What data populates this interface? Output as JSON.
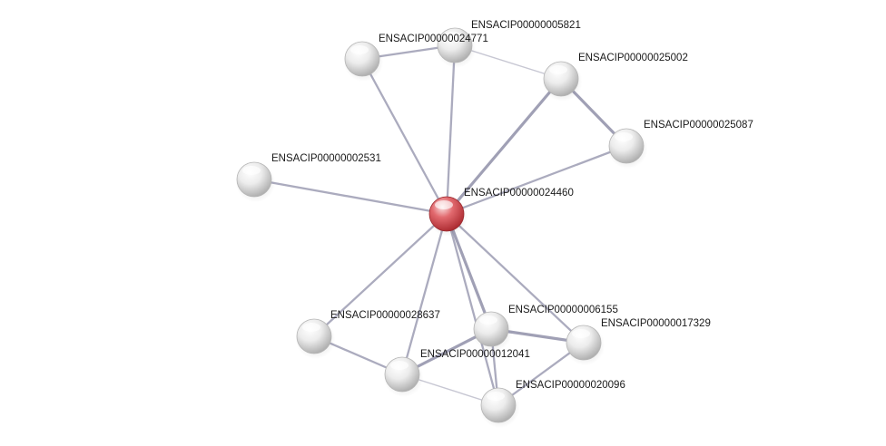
{
  "network": {
    "query_node": "ENSACIP00000024460",
    "nodes": [
      {
        "id": "n24460",
        "label": "ENSACIP00000024460",
        "kind": "query"
      },
      {
        "id": "n24771",
        "label": "ENSACIP00000024771",
        "kind": "partner"
      },
      {
        "id": "n05821",
        "label": "ENSACIP00000005821",
        "kind": "partner"
      },
      {
        "id": "n25002",
        "label": "ENSACIP00000025002",
        "kind": "partner"
      },
      {
        "id": "n25087",
        "label": "ENSACIP00000025087",
        "kind": "partner"
      },
      {
        "id": "n02531",
        "label": "ENSACIP00000002531",
        "kind": "partner"
      },
      {
        "id": "n28637",
        "label": "ENSACIP00000028637",
        "kind": "partner"
      },
      {
        "id": "n06155",
        "label": "ENSACIP00000006155",
        "kind": "partner"
      },
      {
        "id": "n17329",
        "label": "ENSACIP00000017329",
        "kind": "partner"
      },
      {
        "id": "n12041",
        "label": "ENSACIP00000012041",
        "kind": "partner"
      },
      {
        "id": "n20096",
        "label": "ENSACIP00000020096",
        "kind": "partner"
      }
    ],
    "edges": [
      {
        "source": "n24460",
        "target": "n24771",
        "strength": "medium"
      },
      {
        "source": "n24460",
        "target": "n05821",
        "strength": "medium"
      },
      {
        "source": "n24460",
        "target": "n25002",
        "strength": "strong"
      },
      {
        "source": "n24460",
        "target": "n25087",
        "strength": "medium"
      },
      {
        "source": "n24460",
        "target": "n02531",
        "strength": "medium"
      },
      {
        "source": "n24460",
        "target": "n28637",
        "strength": "medium"
      },
      {
        "source": "n24460",
        "target": "n06155",
        "strength": "strong"
      },
      {
        "source": "n24460",
        "target": "n17329",
        "strength": "medium"
      },
      {
        "source": "n24460",
        "target": "n12041",
        "strength": "medium"
      },
      {
        "source": "n24460",
        "target": "n20096",
        "strength": "medium"
      },
      {
        "source": "n24771",
        "target": "n05821",
        "strength": "medium"
      },
      {
        "source": "n05821",
        "target": "n25002",
        "strength": "weak"
      },
      {
        "source": "n25002",
        "target": "n25087",
        "strength": "strong"
      },
      {
        "source": "n28637",
        "target": "n12041",
        "strength": "medium"
      },
      {
        "source": "n12041",
        "target": "n06155",
        "strength": "strong"
      },
      {
        "source": "n12041",
        "target": "n20096",
        "strength": "weak"
      },
      {
        "source": "n06155",
        "target": "n17329",
        "strength": "strong"
      },
      {
        "source": "n06155",
        "target": "n20096",
        "strength": "medium"
      },
      {
        "source": "n17329",
        "target": "n20096",
        "strength": "medium"
      }
    ],
    "colors": {
      "query_node": "#d9474e",
      "partner_node": "#e8e8e8",
      "edge": "#8f8fa8"
    }
  }
}
